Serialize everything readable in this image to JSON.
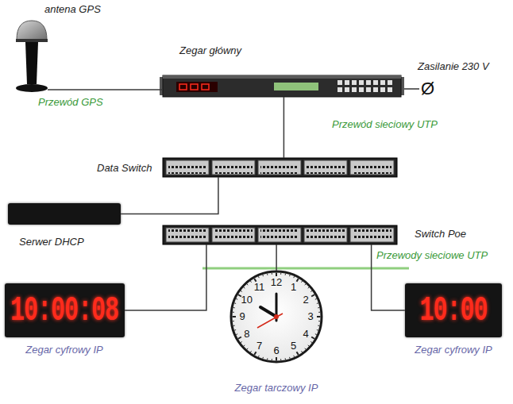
{
  "diagram": {
    "nodes": [
      {
        "text": [
          "antena GPS"
        ]
      },
      {
        "text": [
          "Zegar główny"
        ]
      },
      {
        "text": [
          "Data Switch"
        ]
      },
      {
        "text": [
          "Serwer DHCP"
        ]
      },
      {
        "text": [
          "Switch Poe"
        ]
      },
      {
        "text": [
          "10:00:08",
          "Zegar cyfrowy IP"
        ]
      },
      {
        "text": [
          "12",
          "1",
          "2",
          "3",
          "4",
          "5",
          "6",
          "7",
          "8",
          "9",
          "10",
          "11",
          "Zegar tarczowy IP"
        ]
      },
      {
        "text": [
          "10:00",
          "Zegar cyfrowy IP"
        ]
      }
    ],
    "edges": [
      {
        "from": 0,
        "to": 1,
        "arrow": "none",
        "label": "Przewód GPS"
      },
      {
        "from": 1,
        "to": 2,
        "arrow": "none",
        "label": "Przewód sieciowy UTP"
      },
      {
        "from": 2,
        "to": 3,
        "arrow": "none"
      },
      {
        "from": 4,
        "to": 5,
        "arrow": "none"
      },
      {
        "from": 4,
        "to": 6,
        "arrow": "none"
      },
      {
        "from": 4,
        "to": 7,
        "arrow": "none"
      }
    ],
    "labels": [
      "Zasilanie 230 V",
      "Przewody sieciowe UTP",
      "Ø"
    ]
  }
}
